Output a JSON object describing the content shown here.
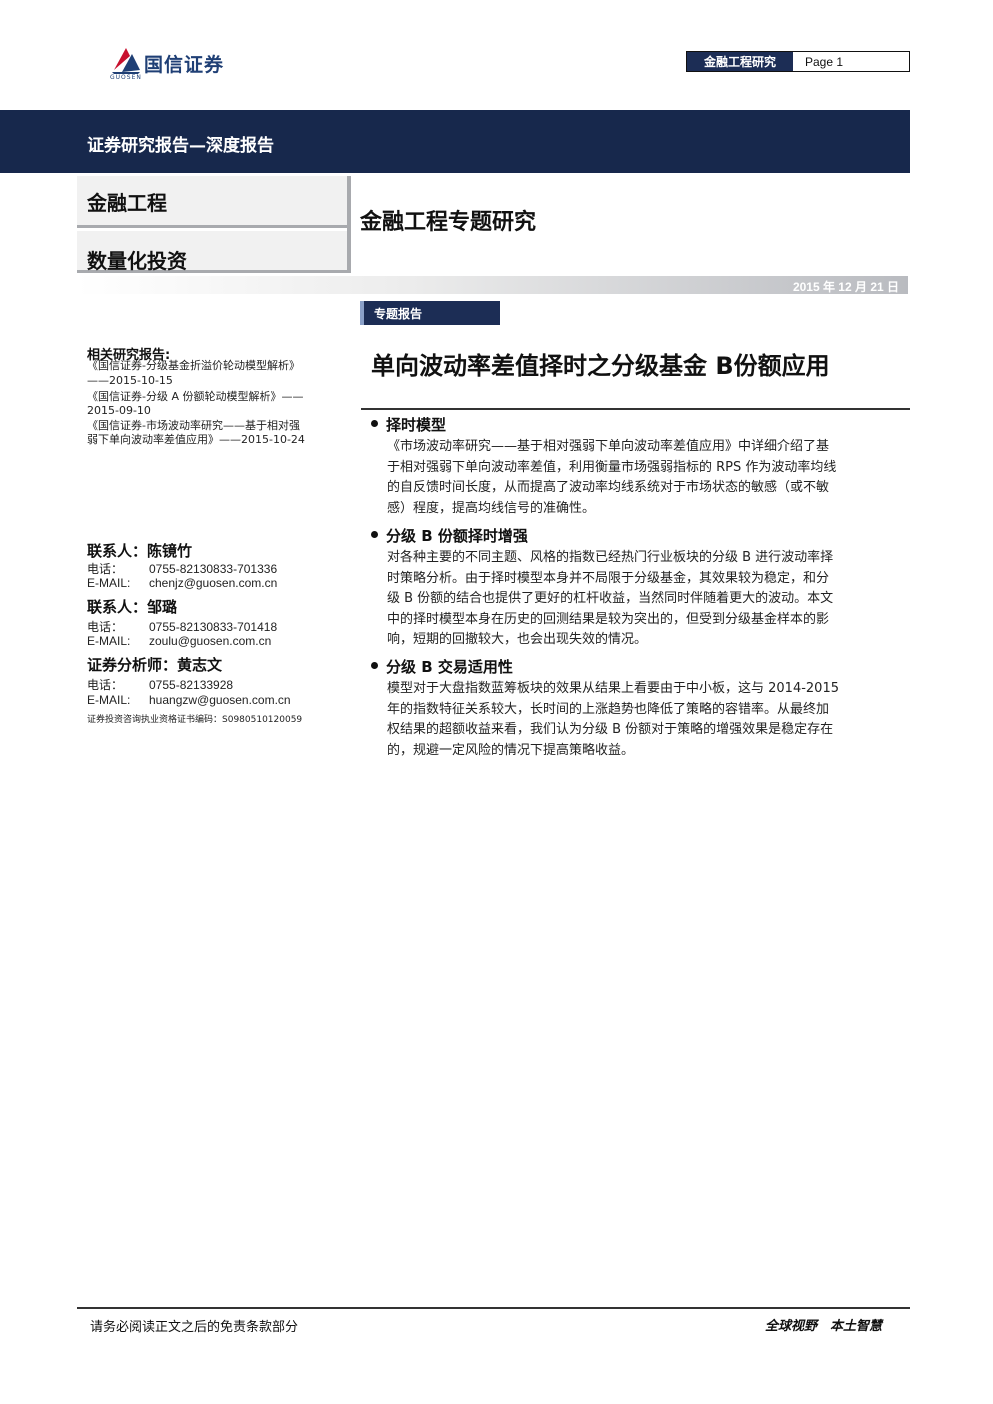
{
  "header": {
    "logo_text": "国信证券",
    "logo_sub": "GUOSEN",
    "section_label": "金融工程研究",
    "page_label": "Page 1"
  },
  "banner": {
    "title": "证券研究报告—深度报告"
  },
  "category": {
    "primary": "金融工程",
    "secondary": "数量化投资"
  },
  "subject": "金融工程专题研究",
  "date": "2015 年 12 月 21 日",
  "tag": "专题报告",
  "sidebar": {
    "related_title": "相关研究报告:",
    "related_lines": [
      "《国信证券-分级基金折溢价轮动模型解析》",
      "——2015-10-15",
      "《国信证券-分级 A 份额轮动模型解析》——",
      "2015-09-10",
      "《国信证券-市场波动率研究——基于相对强",
      "弱下单向波动率差值应用》——2015-10-24"
    ],
    "contacts": [
      {
        "name": "联系人：陈镜竹",
        "phone_label": "电话：",
        "phone": "0755-82130833-701336",
        "email_label": "E-MAIL:",
        "email": "chenjz@guosen.com.cn"
      },
      {
        "name": "联系人：邹璐",
        "phone_label": "电话：",
        "phone": "0755-82130833-701418",
        "email_label": "E-MAIL:",
        "email": "zoulu@guosen.com.cn"
      },
      {
        "name": "证券分析师：黄志文",
        "phone_label": "电话：",
        "phone": "0755-82133928",
        "email_label": "E-MAIL:",
        "email": "huangzw@guosen.com.cn"
      }
    ],
    "cert": "证券投资咨询执业资格证书编码：S0980510120059"
  },
  "main": {
    "title": "单向波动率差值择时之分级基金 B份额应用",
    "sections": [
      {
        "heading": "择时模型",
        "lines": [
          "《市场波动率研究——基于相对强弱下单向波动率差值应用》中详细介绍了基",
          "于相对强弱下单向波动率差值，利用衡量市场强弱指标的 RPS 作为波动率均线",
          "的自反馈时间长度，从而提高了波动率均线系统对于市场状态的敏感（或不敏",
          "感）程度，提高均线信号的准确性。"
        ]
      },
      {
        "heading": "分级 B 份额择时增强",
        "lines": [
          "对各种主要的不同主题、风格的指数已经热门行业板块的分级 B 进行波动率择",
          "时策略分析。由于择时模型本身并不局限于分级基金，其效果较为稳定，和分",
          "级 B 份额的结合也提供了更好的杠杆收益，当然同时伴随着更大的波动。本文",
          "中的择时模型本身在历史的回测结果是较为突出的，但受到分级基金样本的影",
          "响，短期的回撤较大，也会出现失效的情况。"
        ]
      },
      {
        "heading": "分级 B 交易适用性",
        "lines": [
          "模型对于大盘指数蓝筹板块的效果从结果上看要由于中小板，这与 2014-2015",
          "年的指数特征关系较大，长时间的上涨趋势也降低了策略的容错率。从最终加",
          "权结果的超额收益来看，我们认为分级 B 份额对于策略的增强效果是稳定存在",
          "的，规避一定风险的情况下提高策略收益。"
        ]
      }
    ]
  },
  "footer": {
    "disclaimer": "请务必阅读正文之后的免责条款部分",
    "slogan": "全球视野　本土智慧"
  }
}
